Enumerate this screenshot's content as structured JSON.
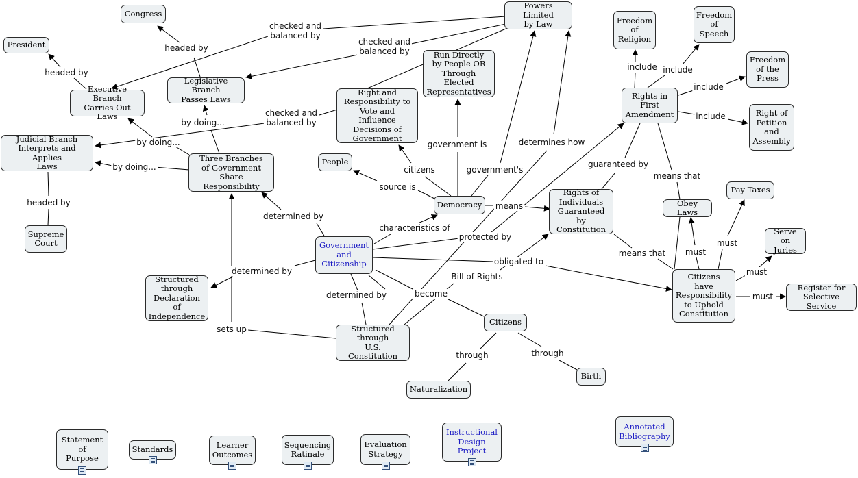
{
  "colors": {
    "node_fill": "#ecf0f2",
    "node_border": "#2b2b2b",
    "edge": "#000000",
    "link_text": "#1c1cc4"
  },
  "nodes": {
    "powers_limited": "Powers Limited\nby Law",
    "congress": "Congress",
    "president": "President",
    "freedom_religion": "Freedom\nof\nReligion",
    "freedom_speech": "Freedom\nof\nSpeech",
    "freedom_press": "Freedom\nof the\nPress",
    "right_petition": "Right of\nPetition\nand\nAssembly",
    "run_directly": "Run Directly\nby People OR\nThrough Elected\nRepresentatives",
    "legislative": "Legislative Branch\nPasses Laws",
    "executive": "Executive Branch\nCarries Out Laws",
    "right_responsibility": "Right and\nResponsibility to\nVote and Influence\nDecisions of\nGovernment",
    "rights_first_amendment": "Rights in\nFirst\nAmendment",
    "judicial": "Judicial Branch\nInterprets and Applies\nLaws",
    "three_branches": "Three Branches\nof Government\nShare Responsibility",
    "people": "People",
    "democracy": "Democracy",
    "rights_individuals": "Rights of\nIndividuals\nGuaranteed by\nConstitution",
    "obey_laws": "Obey Laws",
    "pay_taxes": "Pay Taxes",
    "supreme_court": "Supreme\nCourt",
    "gov_citizenship": "Government\nand\nCitizenship",
    "serve_juries": "Serve on\nJuries",
    "structured_declaration": "Structured\nthrough\nDeclaration of\nIndependence",
    "citizens_responsibility": "Citizens\nhave\nResponsibility\nto Uphold\nConstitution",
    "register_service": "Register for\nSelective Service",
    "citizens": "Citizens",
    "structured_constitution": "Structured\nthrough\nU.S. Constitution",
    "birth": "Birth",
    "naturalization": "Naturalization",
    "statement_purpose": "Statement\nof\nPurpose",
    "standards": "Standards",
    "learner_outcomes": "Learner\nOutcomes",
    "sequencing_ratinale": "Sequencing\nRatinale",
    "evaluation_strategy": "Evaluation\nStrategy",
    "instructional_design": "Instructional\nDesign\nProject",
    "annotated_bibliography": "Annotated\nBibliography"
  },
  "edge_labels": {
    "checked_balanced_1": "checked and\nbalanced by",
    "checked_balanced_2": "checked and\nbalanced by",
    "checked_balanced_3": "checked and\nbalanced by",
    "headed_by_congress": "headed by",
    "headed_by_president": "headed by",
    "headed_by_supreme": "headed by",
    "include_religion": "include",
    "include_speech": "include",
    "include_press": "include",
    "include_petition": "include",
    "by_doing_legislative": "by doing...",
    "by_doing_executive": "by doing...",
    "by_doing_judicial": "by doing...",
    "government_is": "government is",
    "determines_how": "determines how",
    "citizens": "citizens",
    "governments": "government's",
    "guaranteed_by": "guaranteed by",
    "means_that_obey": "means that",
    "source_is": "source is",
    "means": "means",
    "must_pay": "must",
    "must_obey": "must",
    "must_juries": "must",
    "must_register": "must",
    "determined_by_three": "determined by",
    "characteristics_of": "characteristics of",
    "protected_by": "protected by",
    "means_that_citizens": "means that",
    "obligated_to": "obligated to",
    "determined_by_declaration": "determined by",
    "bill_of_rights": "Bill of Rights",
    "determined_by_constitution": "determined by",
    "become": "become",
    "sets_up": "sets up",
    "through_naturalization": "through",
    "through_birth": "through"
  }
}
